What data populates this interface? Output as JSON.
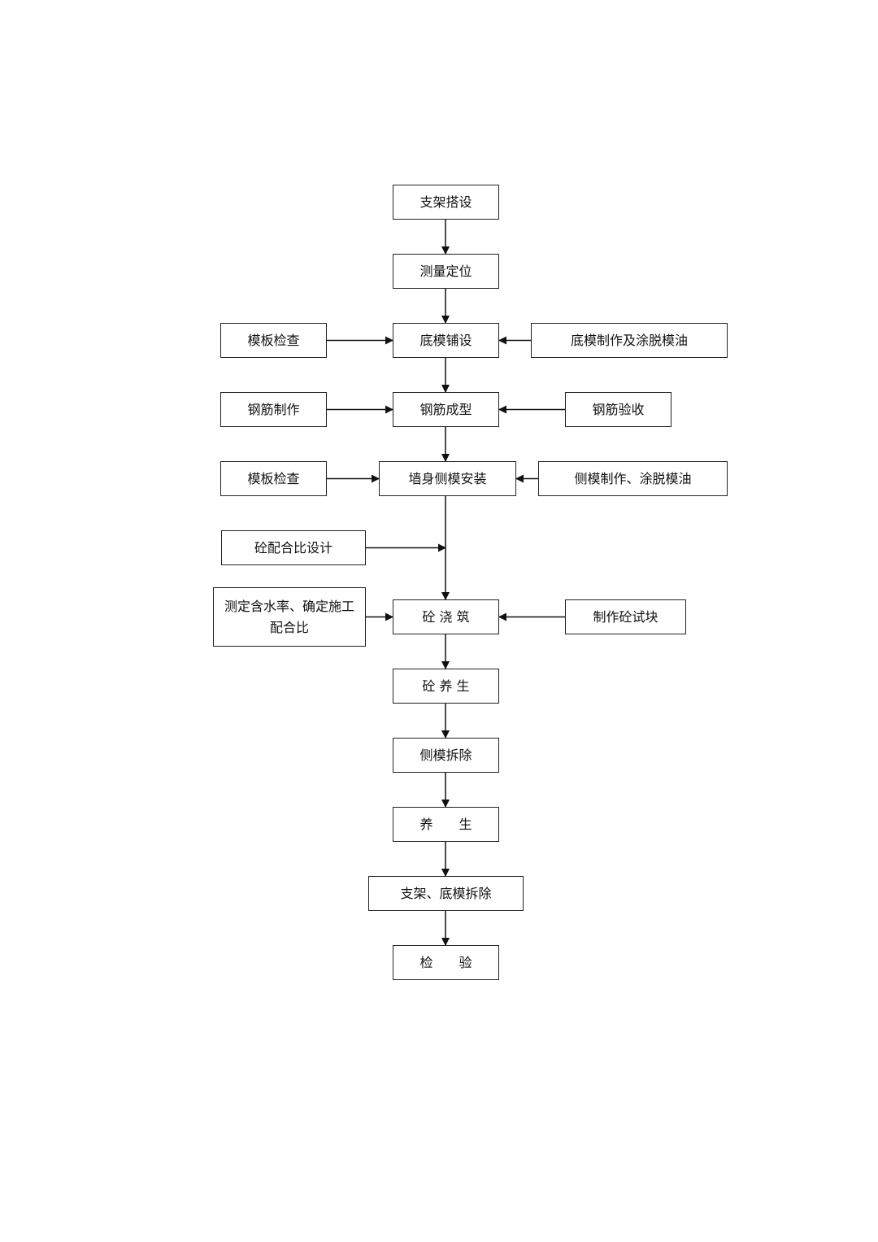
{
  "diagram": {
    "nodes": [
      {
        "id": "n1",
        "label": "支架搭设"
      },
      {
        "id": "n2",
        "label": "测量定位"
      },
      {
        "id": "n3",
        "label": "底模铺设"
      },
      {
        "id": "n4",
        "label": "钢筋成型"
      },
      {
        "id": "n5",
        "label": "墙身侧模安装"
      },
      {
        "id": "n6",
        "label": "砼 浇 筑"
      },
      {
        "id": "n7",
        "label": "砼 养 生"
      },
      {
        "id": "n8",
        "label": "侧模拆除"
      },
      {
        "id": "n9",
        "label": "养　　生"
      },
      {
        "id": "n10",
        "label": "支架、底模拆除"
      },
      {
        "id": "n11",
        "label": "检　　验"
      },
      {
        "id": "l1",
        "label": "模板检查"
      },
      {
        "id": "r1",
        "label": "底模制作及涂脱模油"
      },
      {
        "id": "l2",
        "label": "钢筋制作"
      },
      {
        "id": "r2",
        "label": "钢筋验收"
      },
      {
        "id": "l3",
        "label": "模板检查"
      },
      {
        "id": "r3",
        "label": "侧模制作、涂脱模油"
      },
      {
        "id": "l4",
        "label": "砼配合比设计"
      },
      {
        "id": "l5",
        "label": "测定含水率、确定施工\n配合比"
      },
      {
        "id": "r5",
        "label": "制作砼试块"
      }
    ],
    "edges": [
      {
        "from": "n1",
        "to": "n2"
      },
      {
        "from": "n2",
        "to": "n3"
      },
      {
        "from": "n3",
        "to": "n4"
      },
      {
        "from": "n4",
        "to": "n5"
      },
      {
        "from": "n5",
        "to": "n6"
      },
      {
        "from": "n6",
        "to": "n7"
      },
      {
        "from": "n7",
        "to": "n8"
      },
      {
        "from": "n8",
        "to": "n9"
      },
      {
        "from": "n9",
        "to": "n10"
      },
      {
        "from": "n10",
        "to": "n11"
      },
      {
        "from": "l1",
        "to": "n3"
      },
      {
        "from": "r1",
        "to": "n3"
      },
      {
        "from": "l2",
        "to": "n4"
      },
      {
        "from": "r2",
        "to": "n4"
      },
      {
        "from": "l3",
        "to": "n5"
      },
      {
        "from": "r3",
        "to": "n5"
      },
      {
        "from": "l4",
        "to": "n5-n6-line"
      },
      {
        "from": "l5",
        "to": "n6"
      },
      {
        "from": "r5",
        "to": "n6"
      }
    ]
  }
}
